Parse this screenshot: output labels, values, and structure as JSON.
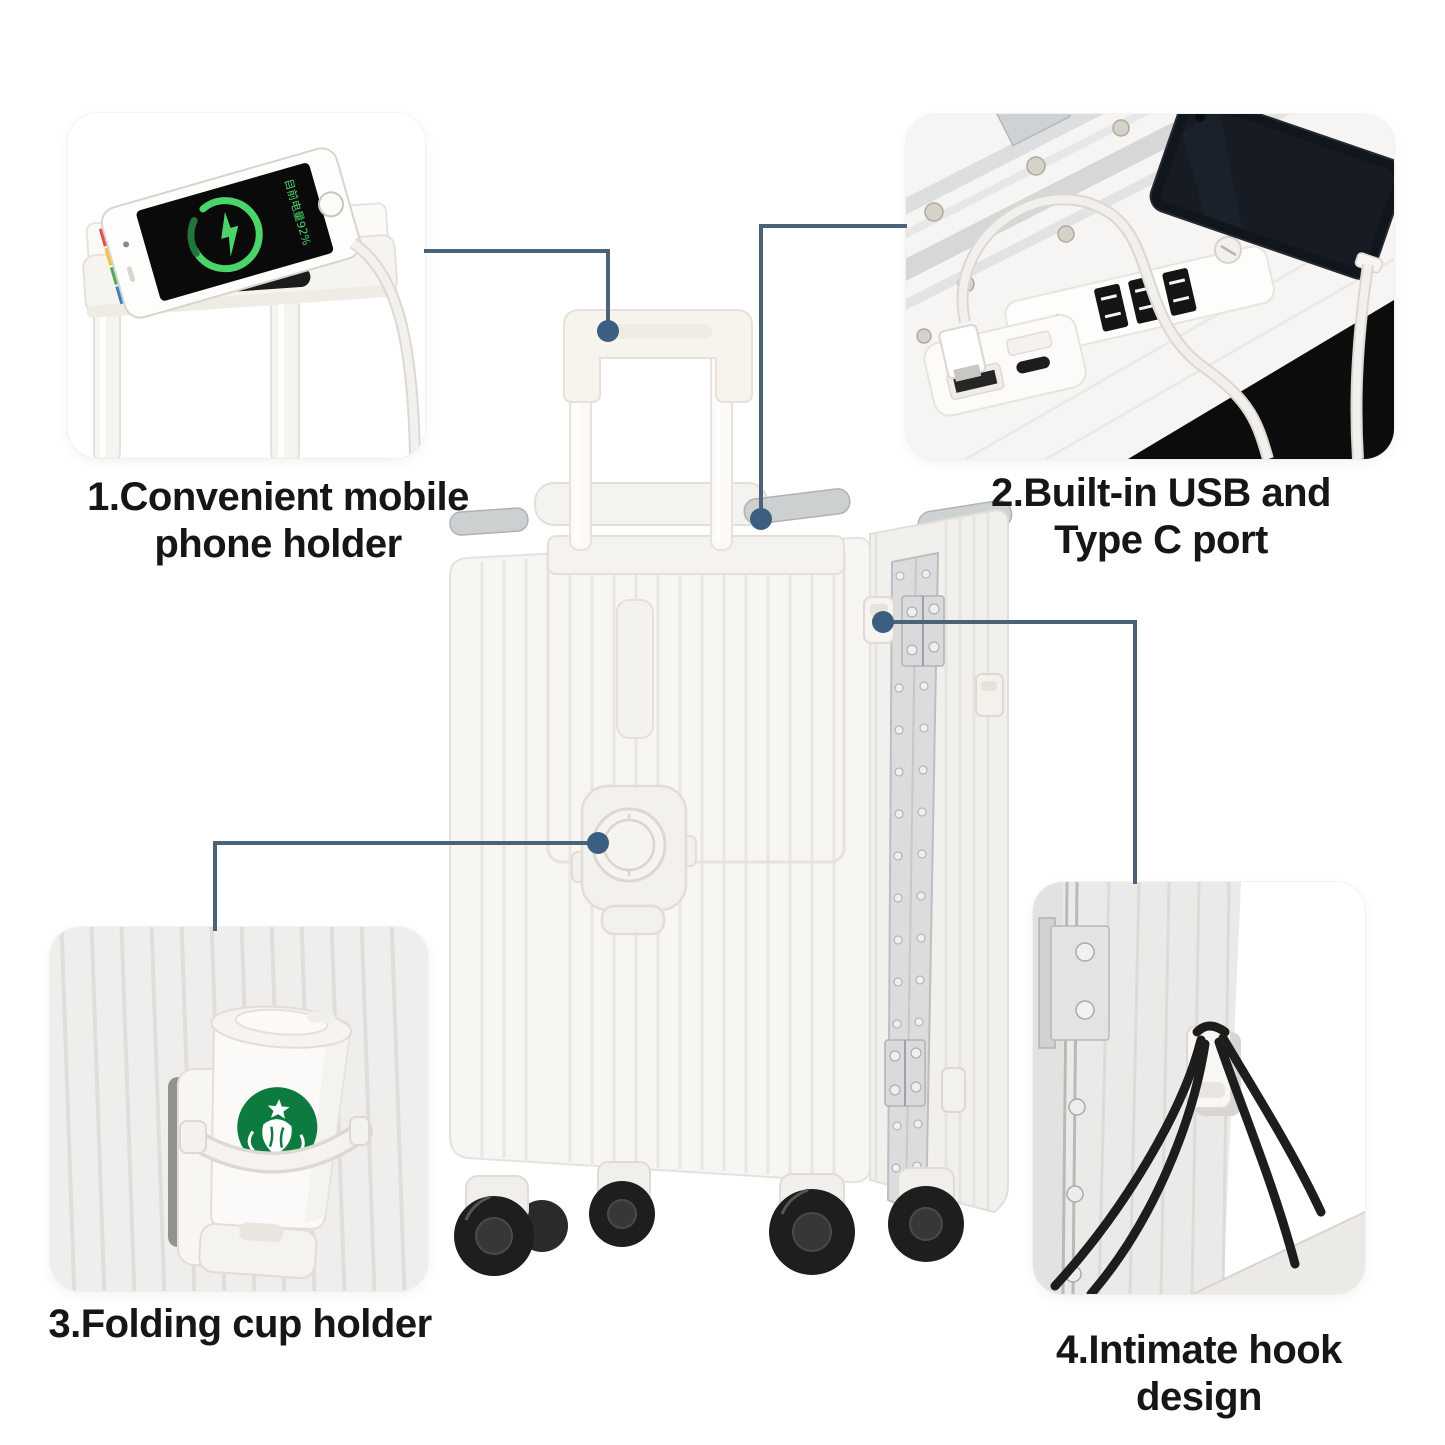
{
  "features": [
    {
      "id": "1",
      "lines": [
        "1.Convenient mobile",
        "phone holder"
      ]
    },
    {
      "id": "2",
      "lines": [
        "2.Built-in USB and",
        "Type C port"
      ]
    },
    {
      "id": "3",
      "lines": [
        "3.Folding cup holder"
      ]
    },
    {
      "id": "4",
      "lines": [
        "4.Intimate hook design"
      ]
    }
  ],
  "phone": {
    "battery_text": "目前电量92%"
  },
  "colors": {
    "text": "#161616",
    "connector": "#4a6379",
    "dot": "#3c5e81",
    "charging_green": "#4bd46a",
    "starbucks_green": "#0d7a3f",
    "badge_red": "#d23030",
    "strap_black": "#1d1d1d",
    "wheel_black": "#1e1e1e"
  }
}
